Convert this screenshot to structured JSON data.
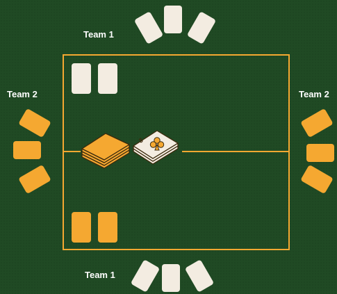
{
  "players": {
    "top": {
      "label": "Team 1",
      "card_color": "cream",
      "cards": 3
    },
    "bottom": {
      "label": "Team 1",
      "card_color": "cream",
      "cards": 3
    },
    "left": {
      "label": "Team 2",
      "card_color": "orange",
      "cards": 3
    },
    "right": {
      "label": "Team 2",
      "card_color": "orange",
      "cards": 3
    }
  },
  "table": {
    "top_team_played_cards": {
      "count": 2,
      "color": "cream"
    },
    "bottom_team_played_cards": {
      "count": 2,
      "color": "orange"
    },
    "draw_pile": {
      "color": "orange"
    },
    "trump_card": {
      "suit": "clubs",
      "rank": "3",
      "icon": "club-icon"
    }
  },
  "colors": {
    "felt": "#204a24",
    "accent": "#f5a831",
    "cream": "#f3ece1"
  }
}
